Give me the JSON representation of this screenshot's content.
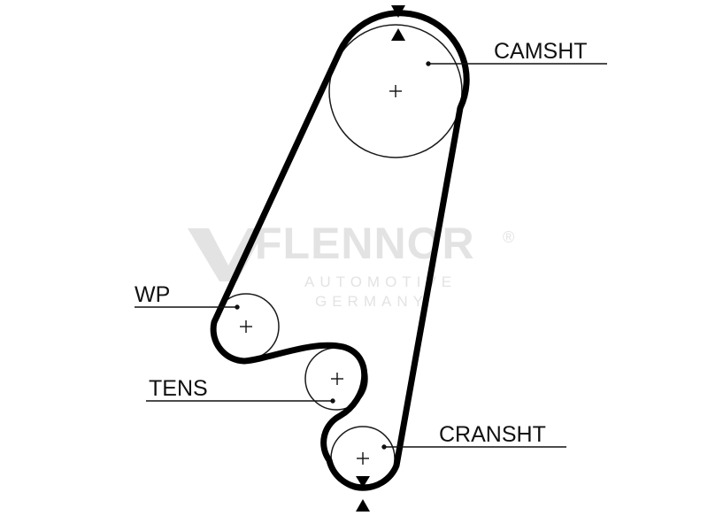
{
  "watermark": {
    "brand": "FLENNOR",
    "registered_mark": "®",
    "line1": "AUTOMOTIVE",
    "line2": "GERMANY"
  },
  "labels": {
    "camshaft": "CAMSHT",
    "water_pump": "WP",
    "tensioner": "TENS",
    "crankshaft": "CRANSHT"
  },
  "colors": {
    "belt": "#000000",
    "pulley": "#1a1a1a",
    "watermark": "#e3e3e3"
  },
  "icons": {
    "timing_mark": "triangle-timing-mark-icon",
    "center": "crosshair-icon"
  }
}
